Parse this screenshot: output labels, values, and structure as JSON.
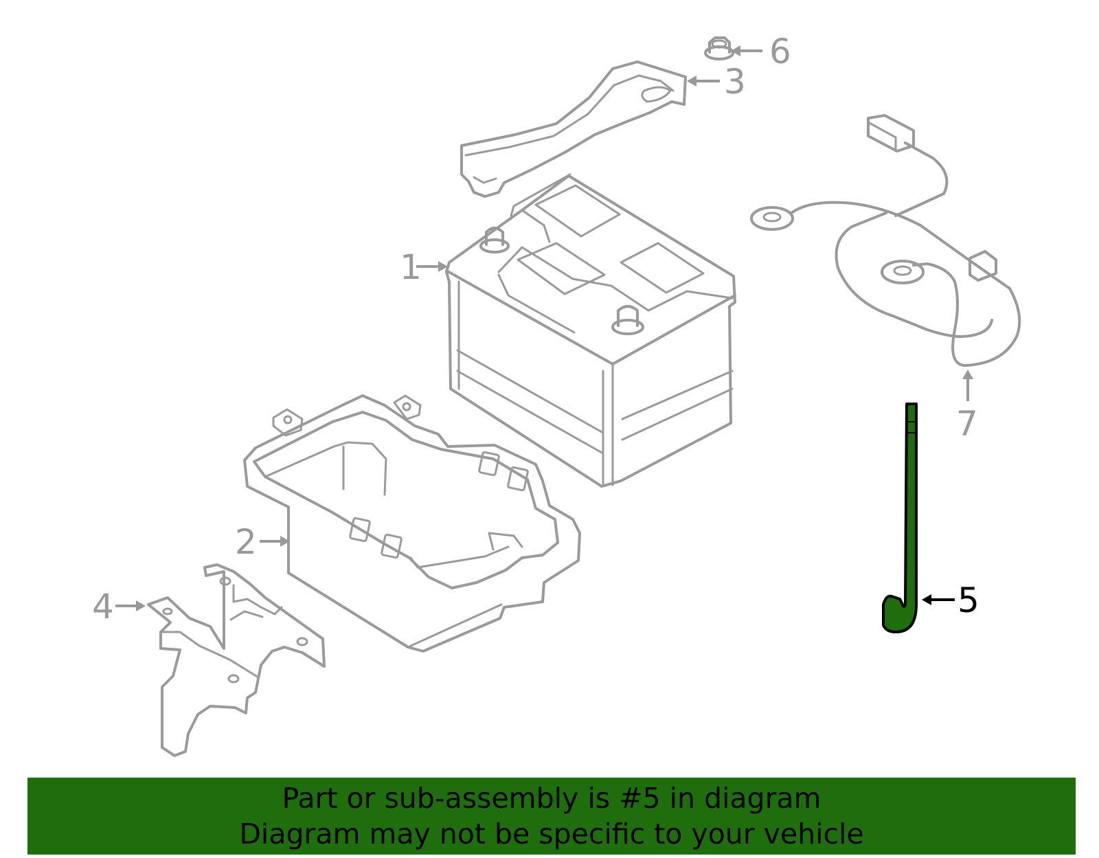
{
  "colors": {
    "banner_bg": "#1e6e0e",
    "highlight_fill": "#1e6e0e",
    "part_stroke": "#9a9a9a",
    "callout_inactive": "#999999",
    "callout_active": "#000000"
  },
  "callouts": [
    {
      "id": "1",
      "label": "1",
      "active": false
    },
    {
      "id": "2",
      "label": "2",
      "active": false
    },
    {
      "id": "3",
      "label": "3",
      "active": false
    },
    {
      "id": "4",
      "label": "4",
      "active": false
    },
    {
      "id": "5",
      "label": "5",
      "active": true
    },
    {
      "id": "6",
      "label": "6",
      "active": false
    },
    {
      "id": "7",
      "label": "7",
      "active": false
    }
  ],
  "banner": {
    "line1": "Part or sub-assembly is #5 in diagram",
    "line2": "Diagram may not be specific to your vehicle"
  }
}
